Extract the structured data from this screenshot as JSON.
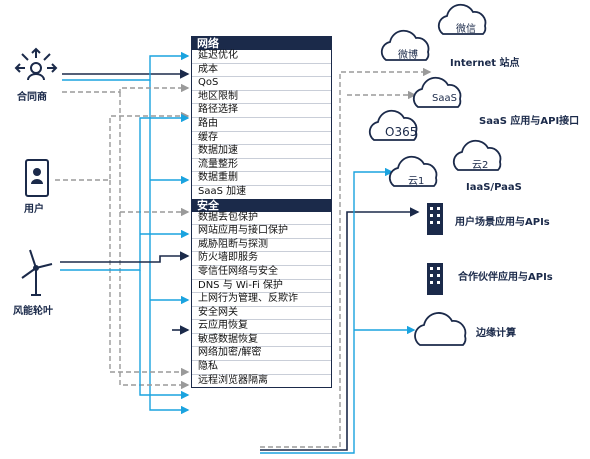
{
  "sources": [
    {
      "id": "partner",
      "label": "合同商",
      "icon": "partner-network-icon"
    },
    {
      "id": "user",
      "label": "用户",
      "icon": "mobile-user-icon"
    },
    {
      "id": "wind",
      "label": "风能轮叶",
      "icon": "wind-turbine-icon"
    }
  ],
  "network": {
    "title": "网络",
    "items": [
      "延迟优化",
      "成本",
      "QoS",
      "地区限制",
      "路径选择",
      "路由",
      "缓存",
      "数据加速",
      "流量整形",
      "数据重删",
      "SaaS 加速"
    ]
  },
  "security": {
    "title": "安全",
    "items": [
      "数据丢包保护",
      "网站应用与接口保护",
      "威胁阻断与探测",
      "防火墙即服务",
      "零信任网络与安全",
      "DNS 与 Wi-Fi 保护",
      "上网行为管理、反欺诈",
      "安全网关",
      "云应用恢复",
      "敏感数据恢复",
      "网络加密/解密",
      "隐私",
      "远程浏览器隔离"
    ]
  },
  "destinations": {
    "clouds": {
      "weibo": "微博",
      "wechat": "微信",
      "saas": "SaaS",
      "o365": "O365",
      "cloud1": "云1",
      "cloud2": "云2"
    },
    "labels": {
      "internet": "Internet 站点",
      "saas_api": "SaaS 应用与API接口",
      "iaas_paas": "IaaS/PaaS",
      "user_apps": "用户场景应用与APIs",
      "partner_apps": "合作伙伴应用与APIs",
      "edge": "边缘计算"
    }
  },
  "colors": {
    "navy": "#1b2a4a",
    "blue": "#1aa3df",
    "gray": "#9a9a9a"
  }
}
